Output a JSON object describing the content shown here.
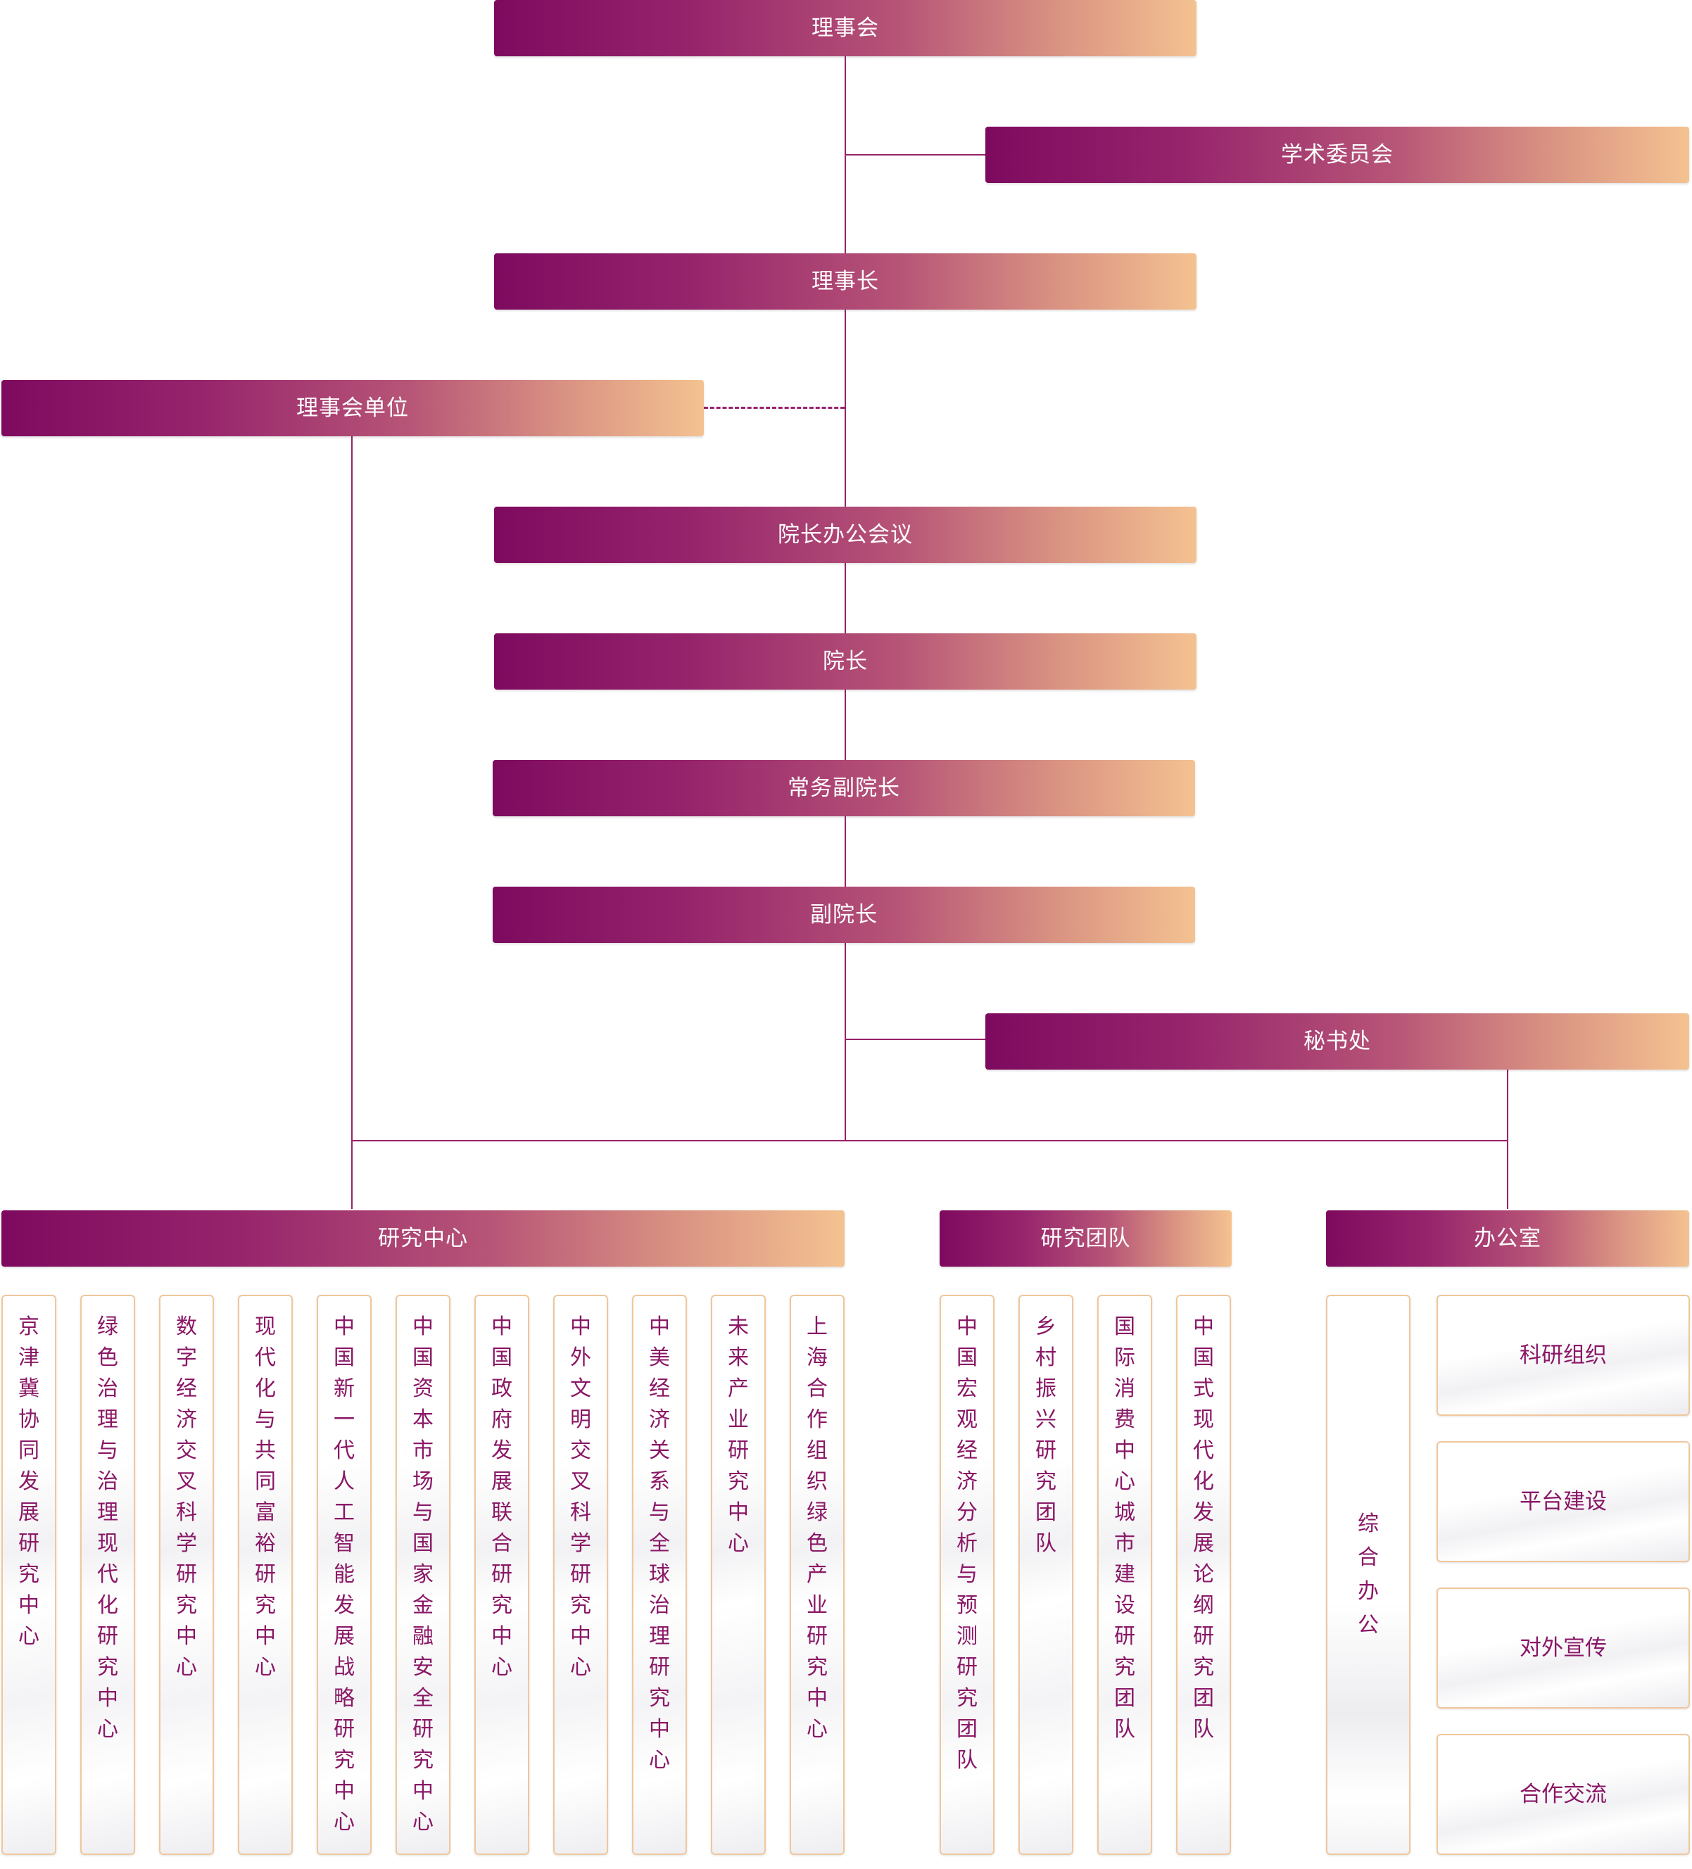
{
  "boxes": {
    "board": "理事会",
    "academic_committee": "学术委员会",
    "chairman": "理事长",
    "board_units": "理事会单位",
    "president_meeting": "院长办公会议",
    "president": "院长",
    "executive_vice_president": "常务副院长",
    "vice_president": "副院长",
    "secretariat": "秘书处"
  },
  "groups": {
    "research_centers": "研究中心",
    "research_teams": "研究团队",
    "office": "办公室"
  },
  "research_centers": [
    "京津冀协同发展研究中心",
    "绿色治理与治理现代化研究中心",
    "数字经济交叉科学研究中心",
    "现代化与共同富裕研究中心",
    "中国新一代人工智能发展战略研究中心",
    "中国资本市场与国家金融安全研究中心",
    "中国政府发展联合研究中心",
    "中外文明交叉科学研究中心",
    "中美经济关系与全球治理研究中心",
    "未来产业研究中心",
    "上海合作组织绿色产业研究中心"
  ],
  "research_teams": [
    "中国宏观经济分析与预测研究团队",
    "乡村振兴研究团队",
    "国际消费中心城市建设研究团队",
    "中国式现代化发展论纲研究团队"
  ],
  "office": {
    "general": "综合办公",
    "units": [
      "科研组织",
      "平台建设",
      "对外宣传",
      "合作交流"
    ]
  },
  "colors": {
    "gradient_start": "#7e0a5f",
    "gradient_end": "#f4c291",
    "line": "#97216a",
    "text": "#8a1766",
    "card_border": "#f0c79c"
  }
}
